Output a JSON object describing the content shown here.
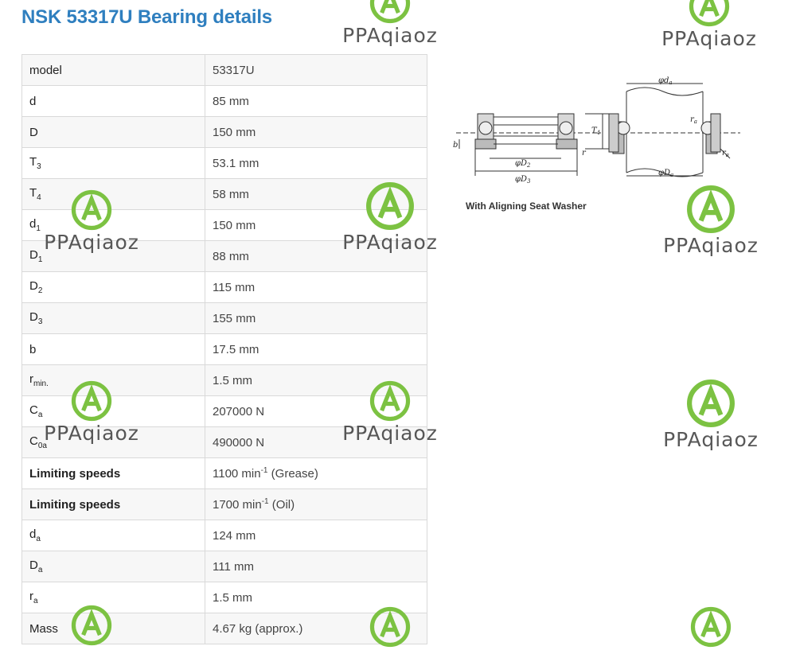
{
  "page": {
    "title": "NSK 53317U Bearing details"
  },
  "specs": [
    {
      "key": "model",
      "val": "53317U"
    },
    {
      "key": "d",
      "val": "85 mm"
    },
    {
      "key": "D",
      "val": "150 mm"
    },
    {
      "key": "T",
      "key_sub": "3",
      "val": "53.1 mm"
    },
    {
      "key": "T",
      "key_sub": "4",
      "val": "58 mm"
    },
    {
      "key": "d",
      "key_sub": "1",
      "val": "150 mm"
    },
    {
      "key": "D",
      "key_sub": "1",
      "val": "88 mm"
    },
    {
      "key": "D",
      "key_sub": "2",
      "val": "115 mm"
    },
    {
      "key": "D",
      "key_sub": "3",
      "val": "155 mm"
    },
    {
      "key": "b",
      "val": "17.5 mm"
    },
    {
      "key": "r",
      "key_sub": "min.",
      "val": "1.5 mm"
    },
    {
      "key": "C",
      "key_sub": "a",
      "val": "207000 N"
    },
    {
      "key": "C",
      "key_sub": "0a",
      "val": "490000 N"
    },
    {
      "key": "Limiting speeds",
      "val": "1100 min",
      "val_sup": "-1",
      "val_suffix": " (Grease)"
    },
    {
      "key": "Limiting speeds",
      "val": "1700 min",
      "val_sup": "-1",
      "val_suffix": " (Oil)"
    },
    {
      "key": "d",
      "key_sub": "a",
      "val": "124 mm"
    },
    {
      "key": "D",
      "key_sub": "a",
      "val": "111 mm"
    },
    {
      "key": "r",
      "key_sub": "a",
      "val": "1.5 mm"
    },
    {
      "key": "Mass",
      "val": "4.67 kg (approx.)"
    }
  ],
  "diagram": {
    "caption": "With Aligning Seat Washer",
    "labels": {
      "da": "φd",
      "da_sub": "a",
      "T4": "T",
      "T4_sub": "4",
      "b": "b",
      "r": "r",
      "D2": "φD",
      "D2_sub": "2",
      "D3": "φD",
      "D3_sub": "3",
      "Da": "φD",
      "Da_sub": "a",
      "ra1": "r",
      "ra1_sub": "a",
      "ra2": "r",
      "ra2_sub": "a"
    }
  },
  "watermark": {
    "text": "PPAqiaoz",
    "color": "#7cc242"
  }
}
